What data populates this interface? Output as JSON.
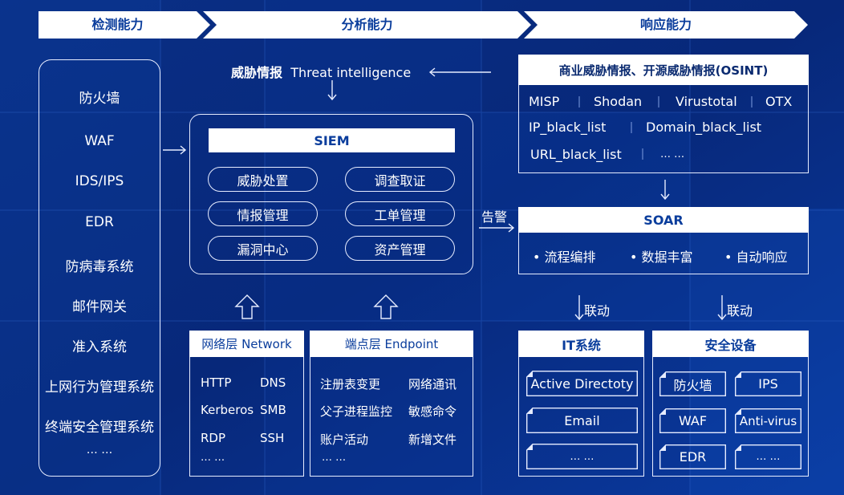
{
  "banners": {
    "detect": "检测能力",
    "analysis": "分析能力",
    "response": "响应能力"
  },
  "left": {
    "items": [
      "防火墙",
      "WAF",
      "IDS/IPS",
      "EDR",
      "防病毒系统",
      "邮件网关",
      "准入系统",
      "上网行为管理系统",
      "终端安全管理系统",
      "… …"
    ]
  },
  "threat_intel": {
    "cn": "威胁情报",
    "en": "Threat intelligence"
  },
  "siem": {
    "title": "SIEM",
    "items": [
      "威胁处置",
      "调查取证",
      "情报管理",
      "工单管理",
      "漏洞中心",
      "资产管理"
    ]
  },
  "network": {
    "title": "网络层 Network",
    "col1": [
      "HTTP",
      "Kerberos",
      "RDP",
      "… …"
    ],
    "col2": [
      "DNS",
      "SMB",
      "SSH"
    ]
  },
  "endpoint": {
    "title": "端点层  Endpoint",
    "col1": [
      "注册表变更",
      "父子进程监控",
      "账户活动",
      "… …"
    ],
    "col2": [
      "网络通讯",
      "敏感命令",
      "新增文件"
    ]
  },
  "osint": {
    "title": "商业威胁情报、开源威胁情报(OSINT)",
    "row1": [
      "MISP",
      "Shodan",
      "Virustotal",
      "OTX"
    ],
    "row2": [
      "IP_black_list",
      "Domain_black_list"
    ],
    "row3": [
      "URL_black_list",
      "… …"
    ]
  },
  "alert_label": "告警",
  "soar": {
    "title": "SOAR",
    "items": [
      "• 流程编排",
      "• 数据丰富",
      "• 自动响应"
    ]
  },
  "linkage": {
    "left": "联动",
    "right": "联动"
  },
  "it": {
    "title": "IT系统",
    "items": [
      "Active Directoty",
      "Email",
      "… …"
    ]
  },
  "security": {
    "title": "安全设备",
    "items": [
      "防火墙",
      "IPS",
      "WAF",
      "Anti-virus",
      "EDR",
      "… …"
    ]
  }
}
